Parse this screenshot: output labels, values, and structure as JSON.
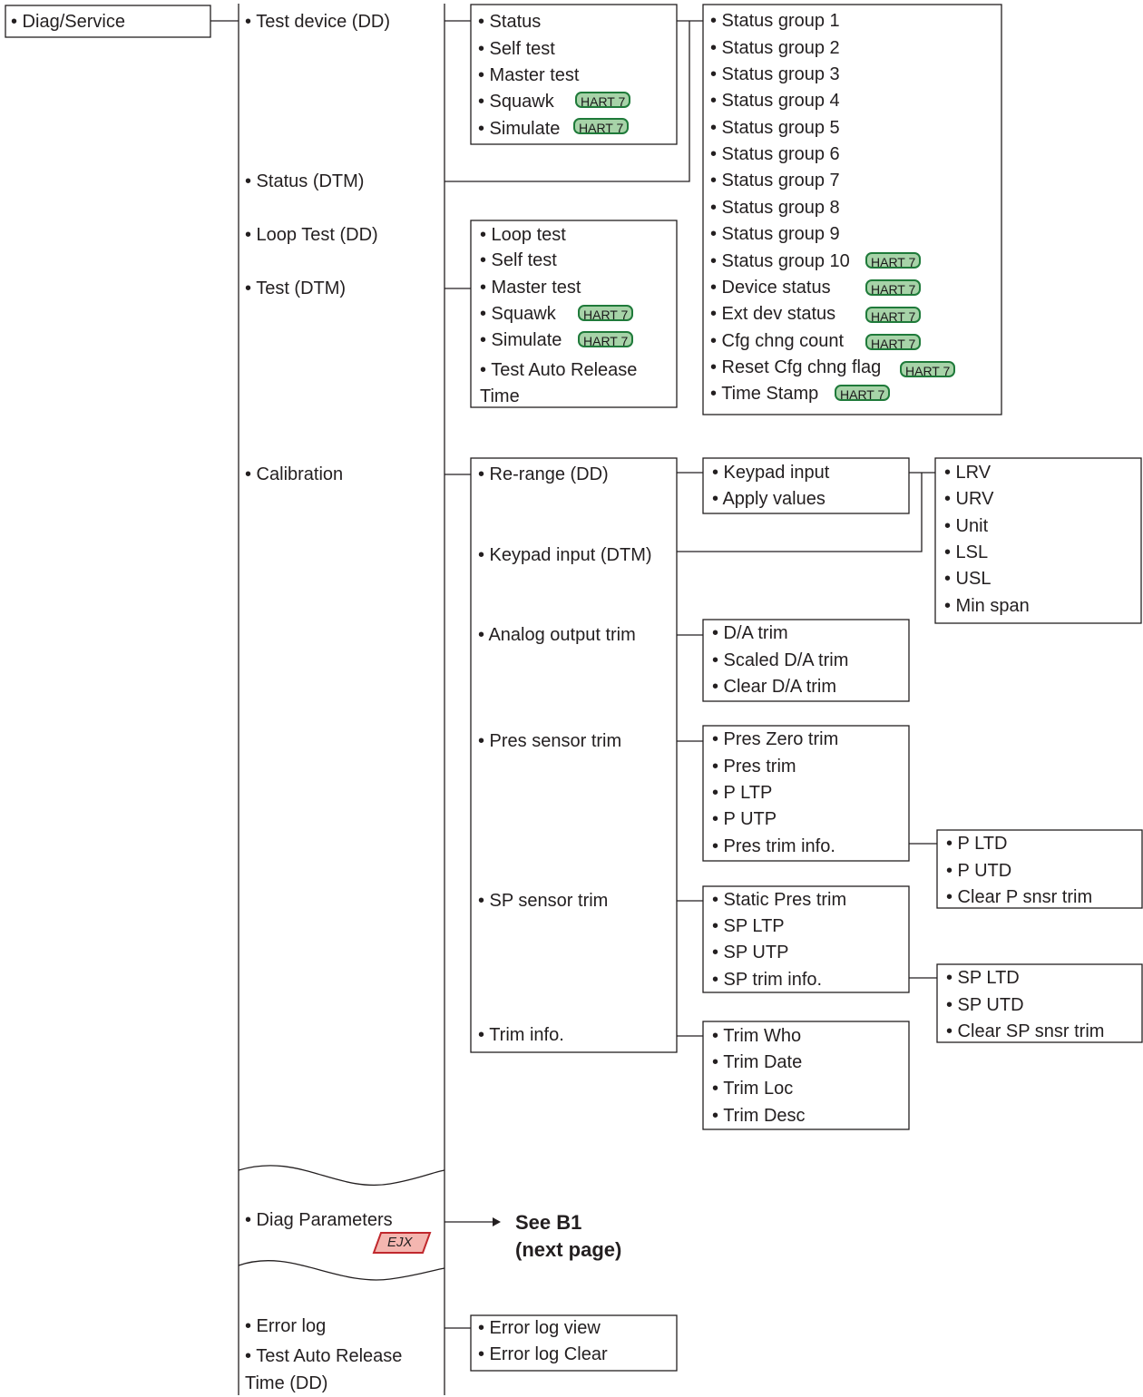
{
  "root": "• Diag/Service",
  "level1": {
    "test_device_dd": "• Test device (DD)",
    "status_dtm": "• Status (DTM)",
    "loop_test_dd": "• Loop Test (DD)",
    "test_dtm": "• Test (DTM)",
    "calibration": "• Calibration",
    "diag_parameters": "• Diag Parameters",
    "ejx_badge": "EJX",
    "error_log": "• Error log",
    "test_auto_release_dd": "• Test Auto Release Time (DD)"
  },
  "test_device_menu": [
    "• Status",
    "• Self test",
    "• Master test",
    "• Squawk",
    "• Simulate"
  ],
  "test_dtm_menu": [
    "• Loop test",
    "• Self test",
    "• Master test",
    "• Squawk",
    "• Simulate",
    "• Test Auto Release Time"
  ],
  "status_groups": [
    "• Status group 1",
    "• Status group 2",
    "• Status group 3",
    "• Status group 4",
    "• Status group 5",
    "• Status group 6",
    "• Status group 7",
    "• Status group 8",
    "• Status group 9",
    "• Status group 10",
    "• Device status",
    "• Ext dev status",
    "• Cfg chng count",
    "• Reset Cfg chng flag",
    "• Time Stamp"
  ],
  "hart_label": "HART 7",
  "calibration_menu": [
    "• Re-range (DD)",
    "• Keypad input (DTM)",
    "• Analog output trim",
    "• Pres sensor trim",
    "• SP sensor trim",
    "• Trim info."
  ],
  "rerange_menu": [
    "• Keypad input",
    "• Apply values"
  ],
  "range_params": [
    "• LRV",
    "• URV",
    "• Unit",
    "• LSL",
    "• USL",
    "• Min span"
  ],
  "ao_trim_menu": [
    "• D/A trim",
    "• Scaled D/A trim",
    "• Clear D/A trim"
  ],
  "pres_trim_menu": [
    "• Pres Zero trim",
    "• Pres trim",
    "• P LTP",
    "• P UTP",
    "• Pres trim info."
  ],
  "pres_trim_info": [
    "• P LTD",
    "• P UTD",
    "• Clear P snsr trim"
  ],
  "sp_trim_menu": [
    "• Static Pres trim",
    "• SP LTP",
    "• SP UTP",
    "• SP trim info."
  ],
  "sp_trim_info": [
    "• SP LTD",
    "• SP UTD",
    "• Clear SP snsr trim"
  ],
  "trim_info_menu": [
    "• Trim Who",
    "• Trim Date",
    "• Trim Loc",
    "• Trim Desc"
  ],
  "see_b1": [
    "See B1",
    "(next page)"
  ],
  "error_log_menu": [
    "• Error log view",
    "• Error log Clear"
  ]
}
